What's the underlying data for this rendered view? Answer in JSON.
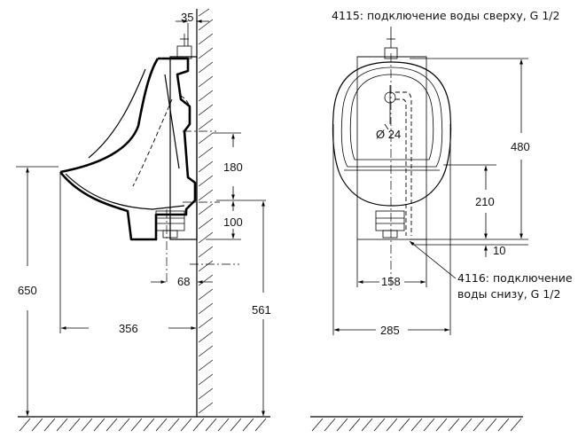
{
  "labels": {
    "top_note": "4115: подключение воды сверху, G 1/2",
    "bottom_note_line1": "4116: подключение",
    "bottom_note_line2": "воды снизу, G 1/2",
    "diameter": "Ø 24"
  },
  "dimensions": {
    "top_offset": "35",
    "inlet_to_rim": "180",
    "rim_to_outlet": "100",
    "outlet_depth": "68",
    "projection": "356",
    "total_height": "650",
    "outlet_height": "561",
    "inlet_height": "480",
    "lower_height": "210",
    "bottom_offset": "10",
    "bracket_width": "158",
    "total_width": "285"
  }
}
